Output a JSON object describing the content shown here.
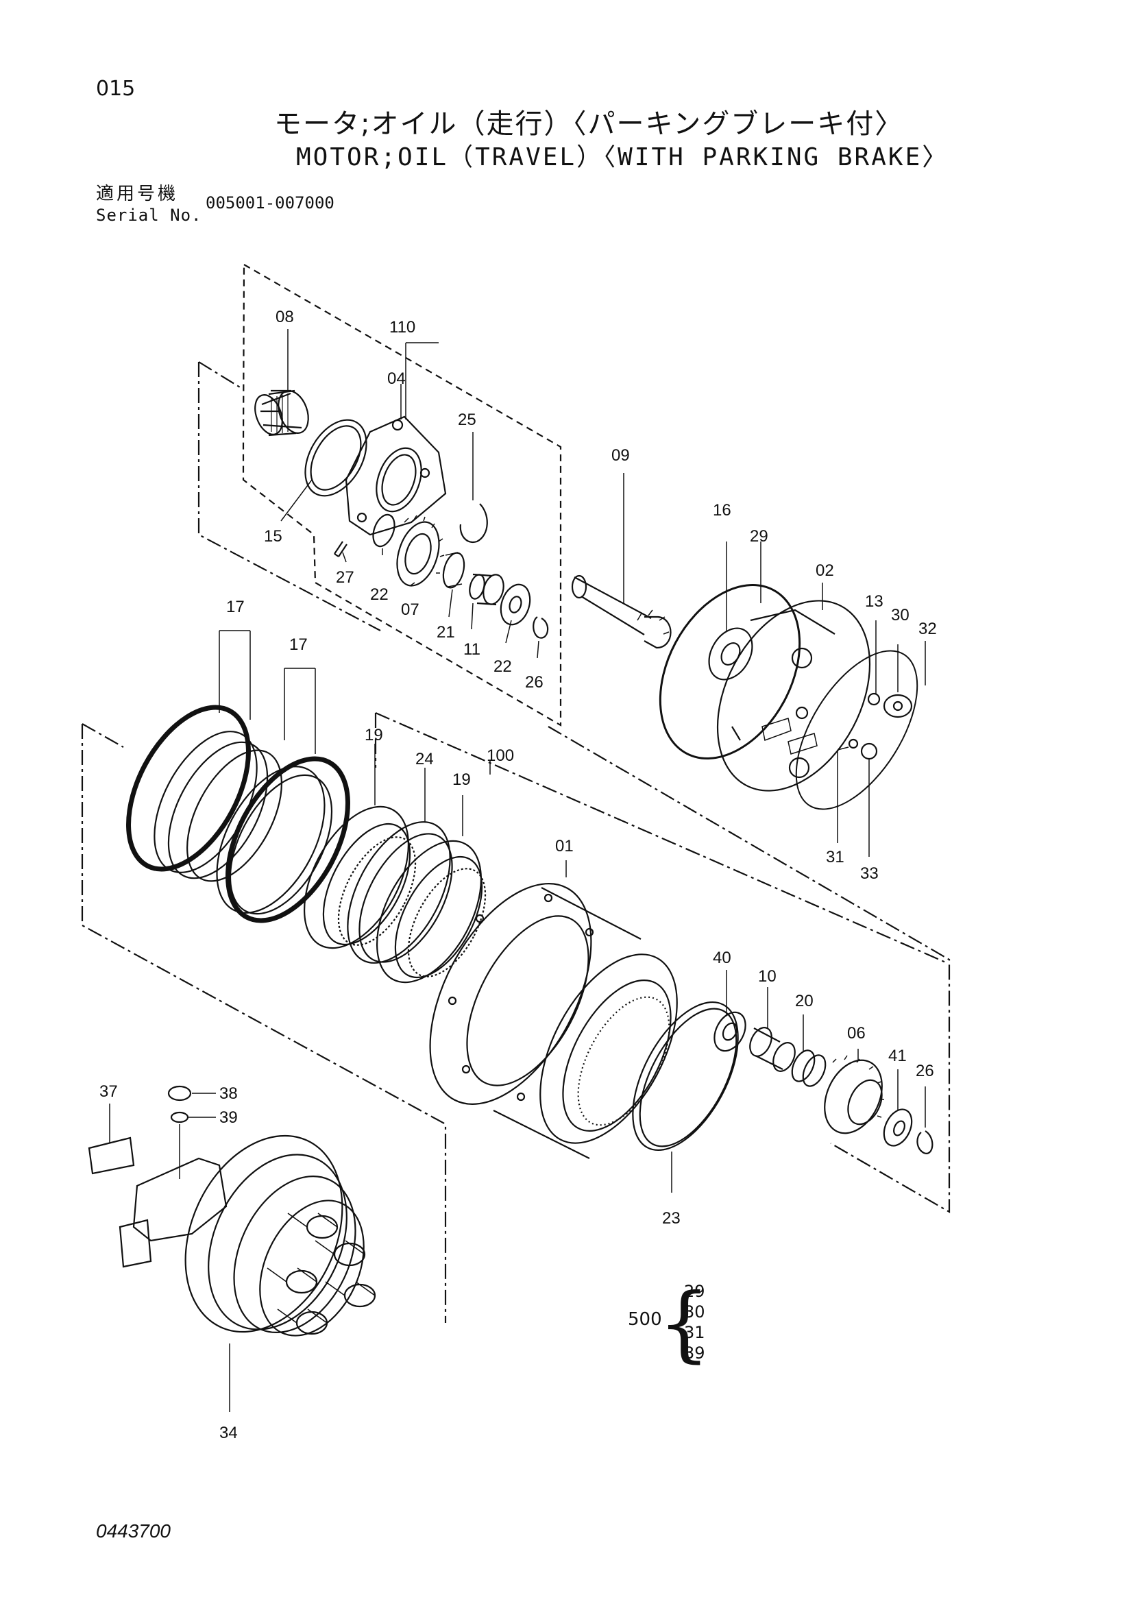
{
  "header": {
    "page_number": "015",
    "title_jp": "モータ;オイル（走行）〈パーキングブレーキ付〉",
    "title_en": "MOTOR;OIL（TRAVEL）〈WITH PARKING BRAKE〉",
    "serial_label_jp": "適用号機",
    "serial_label_en": "Serial No.",
    "serial_range": "005001-007000"
  },
  "kit": {
    "number": "500",
    "items": [
      "29",
      "30",
      "31",
      "39"
    ]
  },
  "part_labels": {
    "p08": "08",
    "p110": "110",
    "p04": "04",
    "p25": "25",
    "p15": "15",
    "p27": "27",
    "p22a": "22",
    "p07": "07",
    "p21": "21",
    "p11": "11",
    "p22b": "22",
    "p26a": "26",
    "p09": "09",
    "p16": "16",
    "p29": "29",
    "p02": "02",
    "p13": "13",
    "p30": "30",
    "p32": "32",
    "p31": "31",
    "p33": "33",
    "p17a": "17",
    "p17b": "17",
    "p19a": "19",
    "p24": "24",
    "p100": "100",
    "p19b": "19",
    "p01": "01",
    "p40": "40",
    "p10": "10",
    "p20": "20",
    "p06": "06",
    "p41": "41",
    "p26b": "26",
    "p23": "23",
    "p37": "37",
    "p38": "38",
    "p39": "39",
    "p34": "34"
  },
  "footer": {
    "doc_number": "0443700"
  }
}
